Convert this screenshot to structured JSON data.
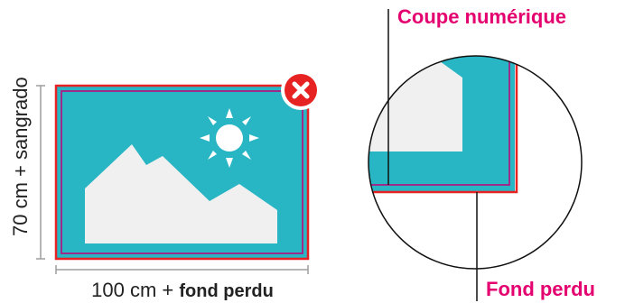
{
  "labels": {
    "height_dimension": "70 cm + sangrado",
    "width_number": "100 cm",
    "width_plus": " + ",
    "width_bold": "fond perdu",
    "cut_line": "Coupe numérique",
    "bleed_line": "Fond perdu"
  },
  "colors": {
    "artwork_fill": "#28b5c4",
    "bleed_line": "#e62222",
    "cut_line": "#9b2c8a",
    "callout_text": "#e4006f",
    "reject_badge": "#e62222",
    "placeholder_image": "#f0f0f0",
    "dimension_bracket": "#9e9e9e"
  },
  "icons": {
    "reject_badge": "close-icon",
    "sun": "sun-icon",
    "landscape": "mountain-image-icon"
  }
}
